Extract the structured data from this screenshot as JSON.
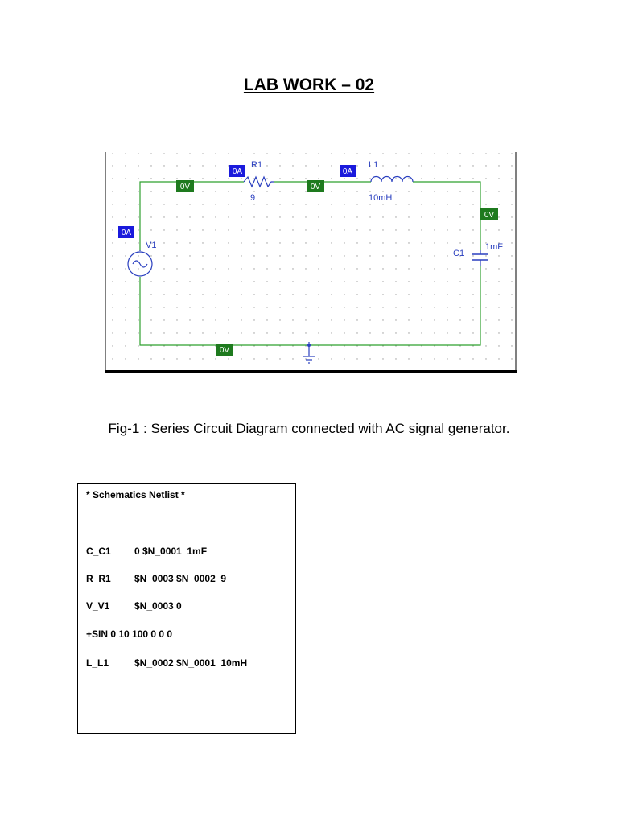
{
  "title": "LAB WORK – 02",
  "schematic": {
    "r1": {
      "ref": "R1",
      "value": "9"
    },
    "l1": {
      "ref": "L1",
      "value": "10mH"
    },
    "c1": {
      "ref": "C1",
      "value": "1mF"
    },
    "v1": {
      "ref": "V1"
    },
    "probes": {
      "current_r1": "0A",
      "current_l1": "0A",
      "current_v1": "0A",
      "volt_top_left": "0V",
      "volt_mid": "0V",
      "volt_right": "0V",
      "volt_bottom": "0V"
    },
    "colors": {
      "wire": "#2ea02e",
      "component": "#2a3fbf",
      "current_badge": "#1a1adc",
      "voltage_badge": "#1e7a1e"
    }
  },
  "caption": "Fig-1 : Series Circuit Diagram connected with AC signal generator.",
  "netlist": {
    "header": "* Schematics Netlist *",
    "lines": [
      {
        "name": "C_C1",
        "nodes": "0 $N_0001  1mF"
      },
      {
        "name": "R_R1",
        "nodes": "$N_0003 $N_0002  9"
      },
      {
        "name": "V_V1",
        "nodes": "$N_0003 0"
      },
      {
        "name": "",
        "nodes": "+SIN 0 10 100 0 0 0"
      },
      {
        "name": "L_L1",
        "nodes": "$N_0002 $N_0001  10mH"
      }
    ]
  }
}
